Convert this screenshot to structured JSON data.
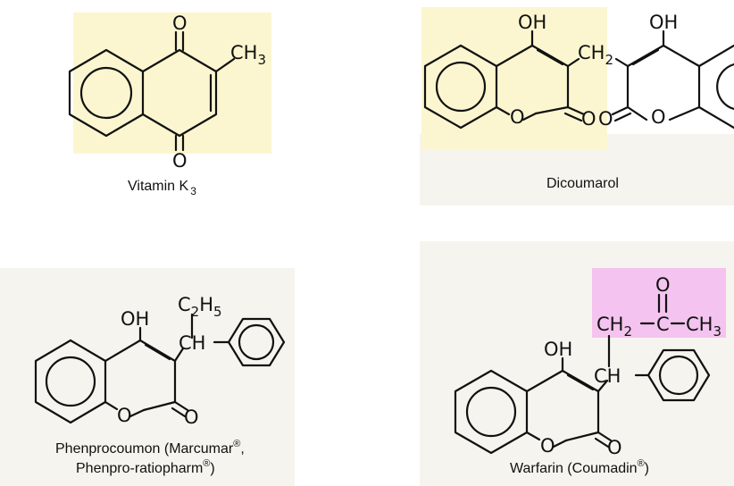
{
  "colors": {
    "highlight_yellow": "#fbf6cf",
    "highlight_pink": "#f4c3ef",
    "faint_background": "#f6f4ee",
    "ink": "#111111"
  },
  "molecules": {
    "vitamin_k3": {
      "caption": "Vitamin K",
      "caption_sub": "3",
      "top_oxygen": "O",
      "bottom_oxygen": "O",
      "methyl": "CH",
      "methyl_sub": "3"
    },
    "dicoumarol": {
      "caption": "Dicoumarol",
      "left_oh": "OH",
      "right_oh": "OH",
      "bridge": "CH",
      "bridge_sub": "2",
      "left_ring_o": "O",
      "left_carbonyl_o": "O",
      "right_carbonyl_o": "O",
      "right_ring_o": "O"
    },
    "phenprocoumon": {
      "caption_line1": "Phenprocoumon (Marcumar",
      "caption_line1_end": ",",
      "caption_line2": "Phenpro-ratiopharm",
      "caption_line2_end": ")",
      "registered": "®",
      "oh": "OH",
      "ch": "CH",
      "ethyl": "C",
      "ethyl_sub1": "2",
      "ethyl_h": "H",
      "ethyl_sub2": "5",
      "ring_o": "O",
      "carbonyl_o": "O"
    },
    "warfarin": {
      "caption": "Warfarin (Coumadin",
      "caption_end": ")",
      "registered": "®",
      "oh": "OH",
      "ch": "CH",
      "side_ch2": "CH",
      "side_ch2_sub": "2",
      "side_c": "C",
      "side_ch3": "CH",
      "side_ch3_sub": "3",
      "ketone_o": "O",
      "ring_o": "O",
      "carbonyl_o": "O"
    }
  }
}
